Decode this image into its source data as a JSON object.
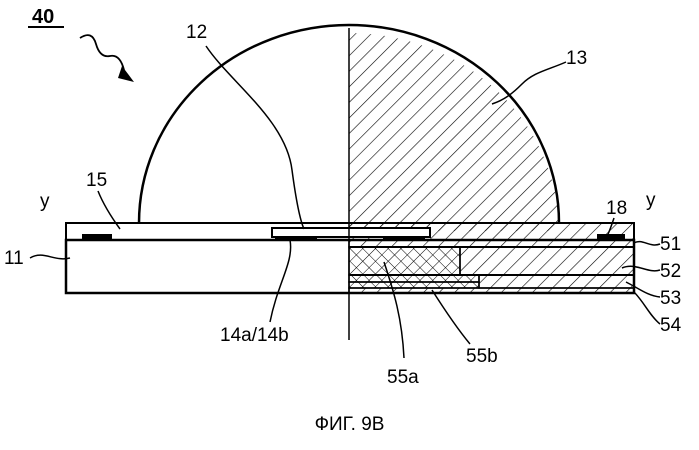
{
  "figure": {
    "caption": "ФИГ. 9В",
    "labels": {
      "device": "40",
      "substrate": "11",
      "chip": "12",
      "lens": "13",
      "electrodes": "14a/14b",
      "region_15": "15",
      "region_18": "18",
      "layer_51": "51",
      "layer_52": "52",
      "layer_53": "53",
      "layer_54": "54",
      "via_55a": "55a",
      "via_55b": "55b",
      "y_left": "y",
      "y_right": "y"
    }
  }
}
